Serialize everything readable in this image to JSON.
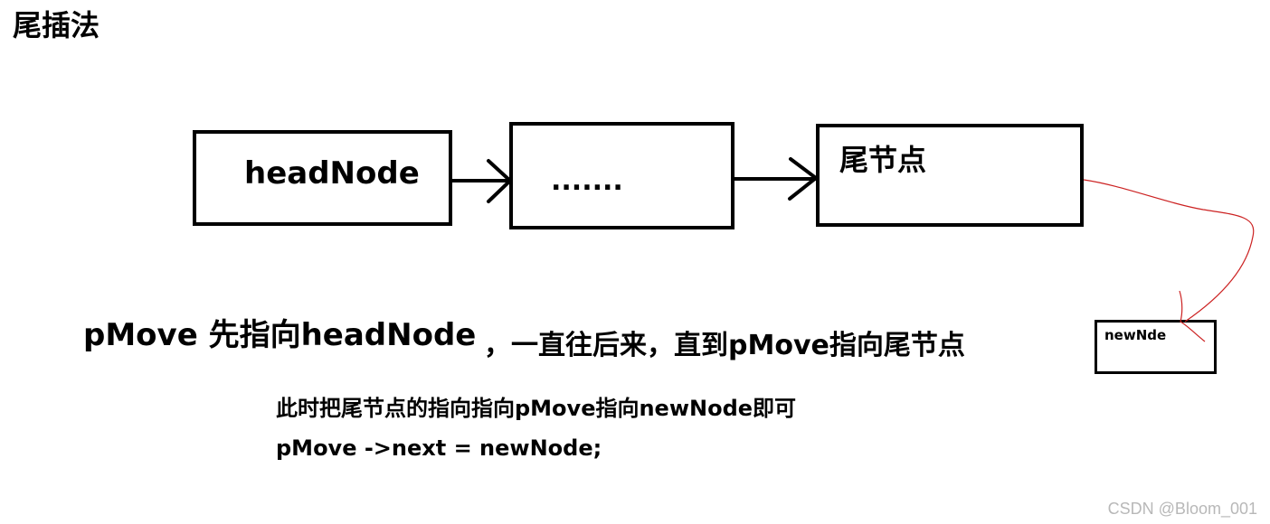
{
  "title": "尾插法",
  "nodes": {
    "head_label": "headNode",
    "middle_label": ".......",
    "tail_label": "尾节点",
    "new_label": "newNde"
  },
  "captions": {
    "line1_part1": "pMove  先指向headNode",
    "line1_part2": "，一直往后来，直到pMove指向尾节点",
    "line2": "此时把尾节点的指向指向pMove指向newNode即可",
    "line3": "pMove ->next = newNode;"
  },
  "watermark": "CSDN @Bloom_001",
  "colors": {
    "stroke": "#000000",
    "annotation": "#cc2222",
    "watermark": "#b8b8b8"
  }
}
